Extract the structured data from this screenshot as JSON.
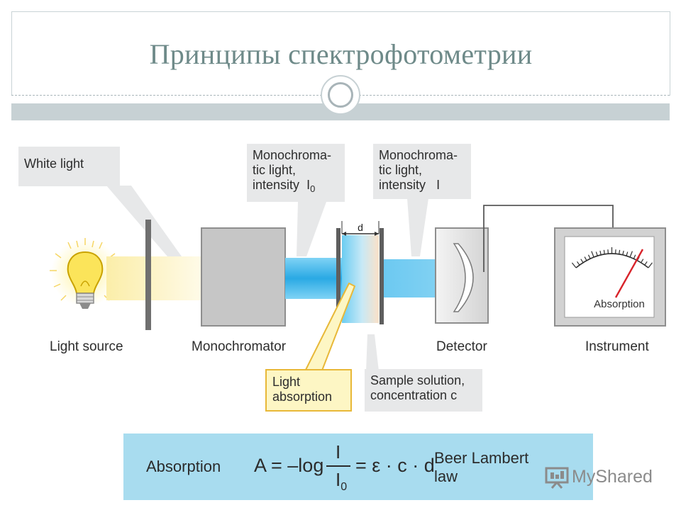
{
  "slide": {
    "title": "Принципы спектрофотометрии"
  },
  "callouts": {
    "white_light": "White light",
    "mono_in": {
      "line1": "Monochroma-",
      "line2": "tic light,",
      "line3": "intensity",
      "symbol": "I",
      "subscript": "0"
    },
    "mono_out": {
      "line1": "Monochroma-",
      "line2": "tic light,",
      "line3": "intensity",
      "symbol": "I"
    },
    "light_absorption": {
      "line1": "Light",
      "line2": "absorption"
    },
    "sample_solution": {
      "line1": "Sample solution,",
      "line2": "concentration c"
    }
  },
  "components": {
    "light_source": "Light source",
    "monochromator": "Monochromator",
    "detector": "Detector",
    "instrument": "Instrument"
  },
  "cuvette": {
    "width_label": "d"
  },
  "meter": {
    "label": "Absorption"
  },
  "formula": {
    "label": "Absorption",
    "lhs": "A = –log",
    "numerator": "I",
    "denominator": "I",
    "denominator_sub": "0",
    "rhs": "= ε · c · d",
    "law_line1": "Beer Lambert",
    "law_line2": "law"
  },
  "watermark": {
    "text": "MyShared"
  },
  "colors": {
    "title": "#6e8a89",
    "beam_blue": "#2fb3ea",
    "beam_white": "#fbf0b8",
    "callout_gray": "#e7e8e9",
    "callout_yellow_border": "#e8b838",
    "formula_bg": "#a8dcef",
    "needle": "#d8232a"
  }
}
